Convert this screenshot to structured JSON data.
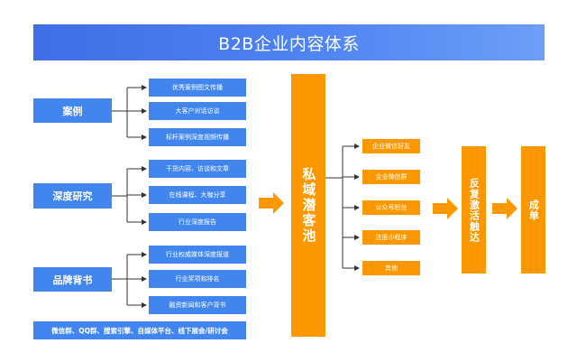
{
  "title": "B2B企业内容体系",
  "categories": [
    {
      "label": "案例",
      "items": [
        "优秀案例图文传播",
        "大客户对话访谈",
        "标杆案例深度视频传播"
      ]
    },
    {
      "label": "深度研究",
      "items": [
        "干货内容、访谈和文章",
        "在线课程、大咖分享",
        "行业深度报告"
      ]
    },
    {
      "label": "品牌背书",
      "items": [
        "行业权威媒体深度报道",
        "行业奖项和排名",
        "融资新闻和客户背书"
      ]
    }
  ],
  "channels": "微信群、QQ群、搜索引擎、自媒体平台、线下展会/研讨会",
  "pool": "私域潜客池",
  "pool_items": [
    "企业微信好友",
    "企业微信群",
    "公众号粉丝",
    "注册小程序",
    "其他"
  ],
  "activation": "反复激活触达",
  "deal": "成单",
  "colors": {
    "blue": "#4186ee",
    "orange": "#fb9800",
    "line": "#333333"
  }
}
